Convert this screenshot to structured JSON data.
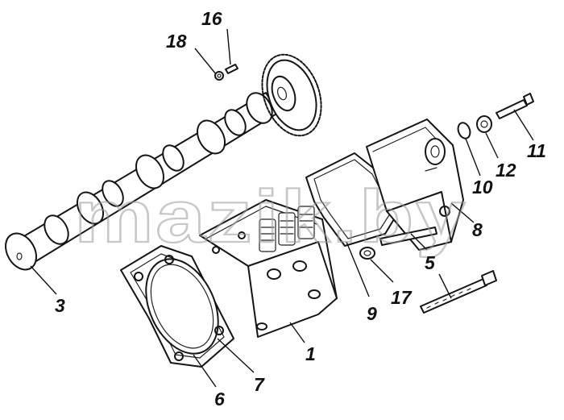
{
  "watermark": "mazik.by",
  "labels": [
    {
      "id": "1",
      "text": "1"
    },
    {
      "id": "3",
      "text": "3"
    },
    {
      "id": "5",
      "text": "5"
    },
    {
      "id": "6",
      "text": "6"
    },
    {
      "id": "7",
      "text": "7"
    },
    {
      "id": "8",
      "text": "8"
    },
    {
      "id": "9",
      "text": "9"
    },
    {
      "id": "10",
      "text": "10"
    },
    {
      "id": "11",
      "text": "11"
    },
    {
      "id": "12",
      "text": "12"
    },
    {
      "id": "16",
      "text": "16"
    },
    {
      "id": "17",
      "text": "17"
    },
    {
      "id": "18",
      "text": "18"
    }
  ],
  "colors": {
    "ink": "#151515",
    "watermark": "#9a9a9a",
    "background": "#ffffff"
  }
}
